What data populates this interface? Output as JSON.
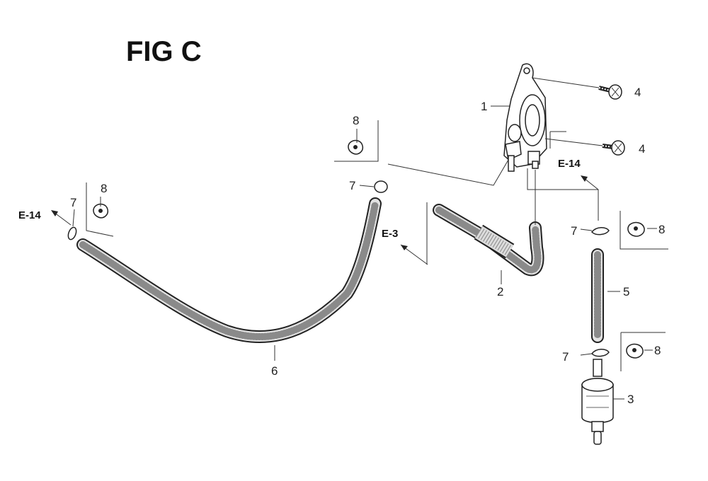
{
  "figure": {
    "title": "FIG C",
    "refs": {
      "e14_left": "E-14",
      "e3": "E-3",
      "e14_right": "E-14"
    },
    "callouts": {
      "n1": "1",
      "n2": "2",
      "n3": "3",
      "n4a": "4",
      "n4b": "4",
      "n5": "5",
      "n6": "6",
      "n7a": "7",
      "n7b": "7",
      "n7c": "7",
      "n7d": "7",
      "n8a": "8",
      "n8b": "8",
      "n8c": "8",
      "n8d": "8"
    }
  }
}
